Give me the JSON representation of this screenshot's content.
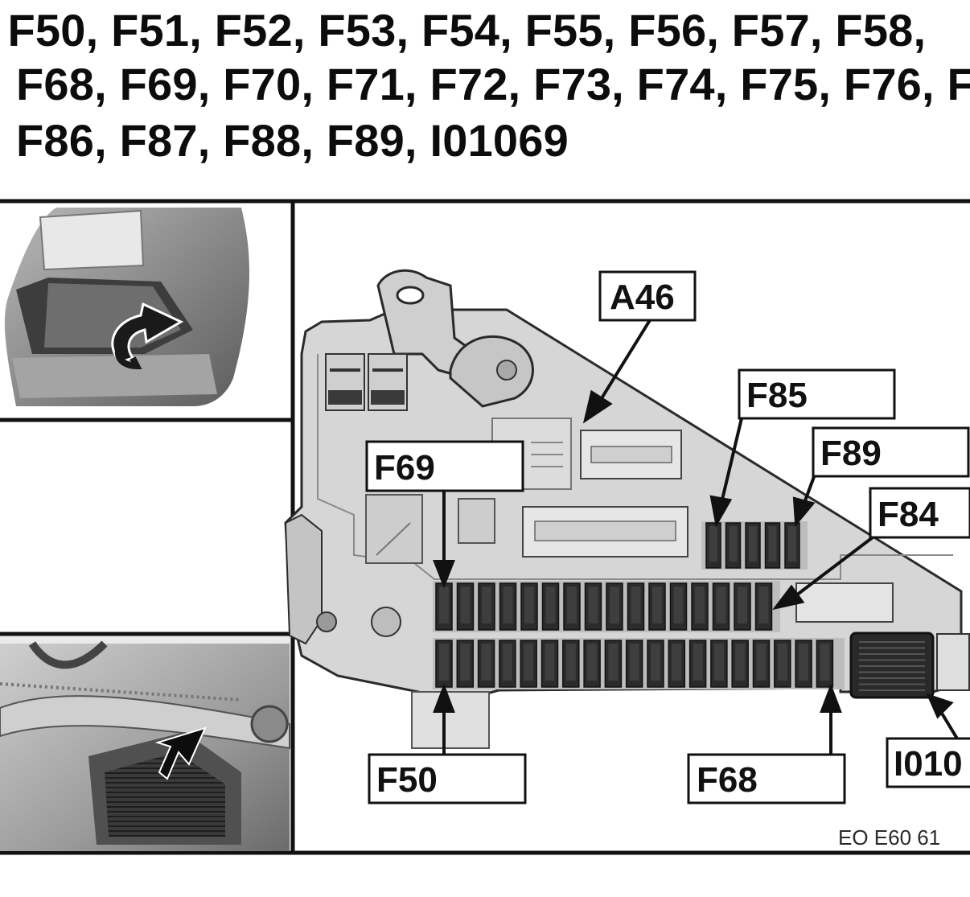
{
  "heading": {
    "line1": ", F50, F51, F52, F53, F54, F55, F56, F57, F58,",
    "line2": "F68, F69, F70, F71, F72, F73, F74, F75, F76, F",
    "line3": "F86, F87, F88, F89, I01069"
  },
  "callouts": {
    "a46": "A46",
    "f85": "F85",
    "f89": "F89",
    "f84": "F84",
    "f69": "F69",
    "f50": "F50",
    "f68": "F68",
    "i01069": "I010"
  },
  "figure_code": "EO E60 61",
  "colors": {
    "housing": "#d6d6d6",
    "fuse": "#2b2b2b",
    "outline": "#1a1a1a"
  },
  "icons": [
    "car-trunk-view-image",
    "trunk-interior-view-image",
    "rotate-arrow-icon",
    "pointer-arrow-icon"
  ]
}
